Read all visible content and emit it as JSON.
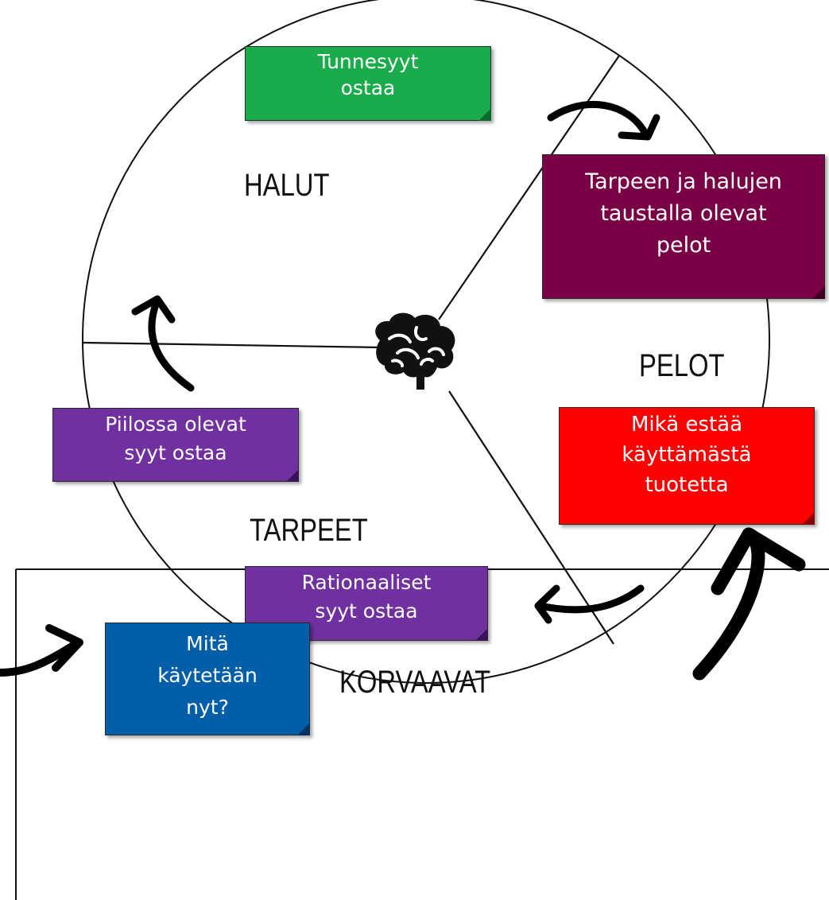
{
  "sections": {
    "halut": "HALUT",
    "pelot": "PELOT",
    "tarpeet": "TARPEET",
    "korvaavat": "KORVAAVAT"
  },
  "notes": {
    "tunnesyyt": {
      "lines": [
        "Tunnesyyt",
        "ostaa"
      ],
      "color": "#1aab4b"
    },
    "pelot": {
      "lines": [
        "Tarpeen ja halujen",
        "taustalla olevat",
        "pelot"
      ],
      "color": "#7a0046"
    },
    "piilossa": {
      "lines": [
        "Piilossa olevat",
        "syyt ostaa"
      ],
      "color": "#7030a0"
    },
    "esto": {
      "lines": [
        "Mikä estää",
        "käyttämästä",
        "tuotetta"
      ],
      "color": "#ff0000"
    },
    "rationaaliset": {
      "lines": [
        "Rationaaliset",
        "syyt ostaa"
      ],
      "color": "#7030a0"
    },
    "korvaavat": {
      "lines": [
        "Mitä",
        "käytetään",
        "nyt?"
      ],
      "color": "#005fa8"
    }
  },
  "icons": {
    "center": "brain-icon"
  }
}
